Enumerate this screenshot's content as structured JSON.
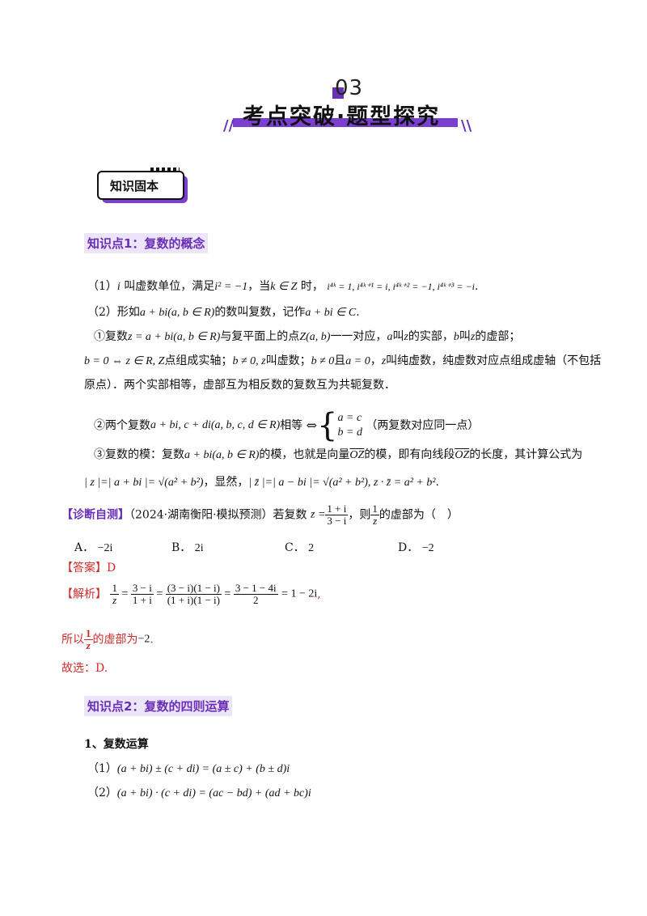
{
  "header": {
    "number": "03",
    "title": "考点突破·题型探究",
    "slashes_left": "//",
    "slashes_right": "\\\\"
  },
  "badge": {
    "label": "知识固本"
  },
  "section1": {
    "title": "知识点1：复数的概念",
    "p1_label": "（1）",
    "p1_i": "i",
    "p1_text_a": "叫虚数单位，满足",
    "p1_math_a": "i² = −1",
    "p1_text_b": "，当",
    "p1_math_b": "k ∈ Z",
    "p1_text_c": "时，",
    "p1_math_c": "i⁴ᵏ = 1, i⁴ᵏ⁺¹ = i, i⁴ᵏ⁺² = −1, i⁴ᵏ⁺³ = −i",
    "p1_end": ".",
    "p2_label": "（2）形如",
    "p2_math_a": "a + bi(a, b ∈ R)",
    "p2_text_b": "的数叫复数，记作",
    "p2_math_b": "a + bi ∈ C",
    "p2_end": ".",
    "p3_label": "①复数",
    "p3_math_a": "z = a + bi(a, b ∈ R)",
    "p3_text_b": "与复平面上的点",
    "p3_math_b": "Z(a, b)",
    "p3_text_c": "一一对应，",
    "p3_math_c": "a",
    "p3_text_d": "叫",
    "p3_math_d": "z",
    "p3_text_e": "的实部，",
    "p3_math_e": "b",
    "p3_text_f": "叫",
    "p3_math_f": "z",
    "p3_text_g": "的虚部；",
    "p4_math_a": "b = 0 ⇔ z ∈ R, Z",
    "p4_text_b": "点组成实轴；",
    "p4_math_b": "b ≠ 0, z",
    "p4_text_c": "叫虚数；",
    "p4_math_c": "b ≠ 0",
    "p4_text_d": "且",
    "p4_math_d": "a = 0",
    "p4_text_e": "，",
    "p4_math_e": "z",
    "p4_text_f": "叫纯虚数，纯虚数对应点组成虚轴（不包括",
    "p5_text": "原点）．两个实部相等，虚部互为相反数的复数互为共轭复数．",
    "p6_label": "②两个复数",
    "p6_math_a": "a + bi, c + di(a, b, c, d ∈ R)",
    "p6_text_b": "相等",
    "p6_iff": "⇔",
    "p6_case1": "a = c",
    "p6_case2": "b = d",
    "p6_text_c": "（两复数对应同一点）",
    "p7_label": "③复数的模：复数",
    "p7_math_a": "a + bi(a, b ∈ R)",
    "p7_text_b": "的模，也就是向量",
    "p7_math_b": "OZ",
    "p7_text_c": "的模，即有向线段",
    "p7_math_c": "OZ",
    "p7_text_d": "的长度，其计算公式为",
    "p8_math_a": "| z |=| a + bi |= √(a² + b²)",
    "p8_text_b": "，显然，",
    "p8_math_b": "| z̄ |=| a − bi |= √(a² + b²), z · z̄ = a² + b²",
    "p8_end": "."
  },
  "diagnose": {
    "tag": "【诊断自测】",
    "source": "（2024·湖南衡阳·模拟预测）若复数",
    "z_eq": "z =",
    "frac_num": "1 + i",
    "frac_den": "3 − i",
    "text_b": "，则",
    "inv_num": "1",
    "inv_den": "z",
    "text_c": "的虚部为（　）",
    "options": [
      {
        "letter": "A．",
        "value": "−2i"
      },
      {
        "letter": "B．",
        "value": "2i"
      },
      {
        "letter": "C．",
        "value": "2"
      },
      {
        "letter": "D．",
        "value": "−2"
      }
    ],
    "answer_tag": "【答案】",
    "answer": "D",
    "analysis_tag": "【解析】",
    "a_num1": "1",
    "a_den1": "z",
    "a_num2": "3 − i",
    "a_den2": "1 + i",
    "a_num3": "(3 − i)(1 − i)",
    "a_den3": "(1 + i)(1 − i)",
    "a_num4": "3 − 1 − 4i",
    "a_den4": "2",
    "a_result": "= 1 − 2i",
    "a_end": ",",
    "so_text_a": "所以",
    "so_num": "1",
    "so_den": "z",
    "so_text_b": "的虚部为",
    "so_val": "−2",
    "so_end": ".",
    "choose": "故选：D."
  },
  "section2": {
    "title": "知识点2：复数的四则运算",
    "sub": "1、复数运算",
    "e1_label": "（1）",
    "e1_math": "(a + bi) ± (c + di) = (a ± c) + (b ± d)i",
    "e2_label": "（2）",
    "e2_math": "(a + bi) · (c + di) = (ac − bd) + (ad + bc)i"
  }
}
